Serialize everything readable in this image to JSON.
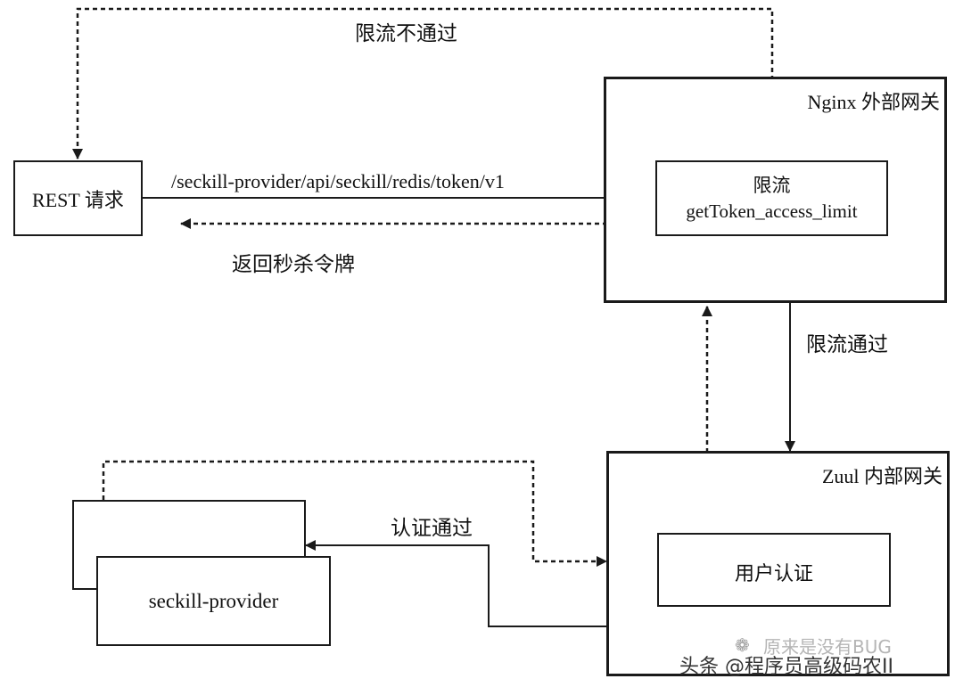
{
  "nodes": {
    "rest_request": "REST 请求",
    "nginx_gateway": "Nginx 外部网关",
    "rate_limit_title": "限流",
    "rate_limit_name": "getToken_access_limit",
    "zuul_gateway": "Zuul 内部网关",
    "user_auth": "用户认证",
    "seckill_provider": "seckill-provider"
  },
  "edges": {
    "request_path": "/seckill-provider/api/seckill/redis/token/v1",
    "return_token": "返回秒杀令牌",
    "rate_limit_rejected": "限流不通过",
    "rate_limit_passed": "限流通过",
    "auth_passed": "认证通过"
  },
  "watermark": {
    "line1": "原来是没有BUG",
    "line2": "头条 @程序员高级码农II"
  },
  "colors": {
    "line": "#1a1a1a",
    "background": "#ffffff",
    "watermark": "#333333"
  }
}
